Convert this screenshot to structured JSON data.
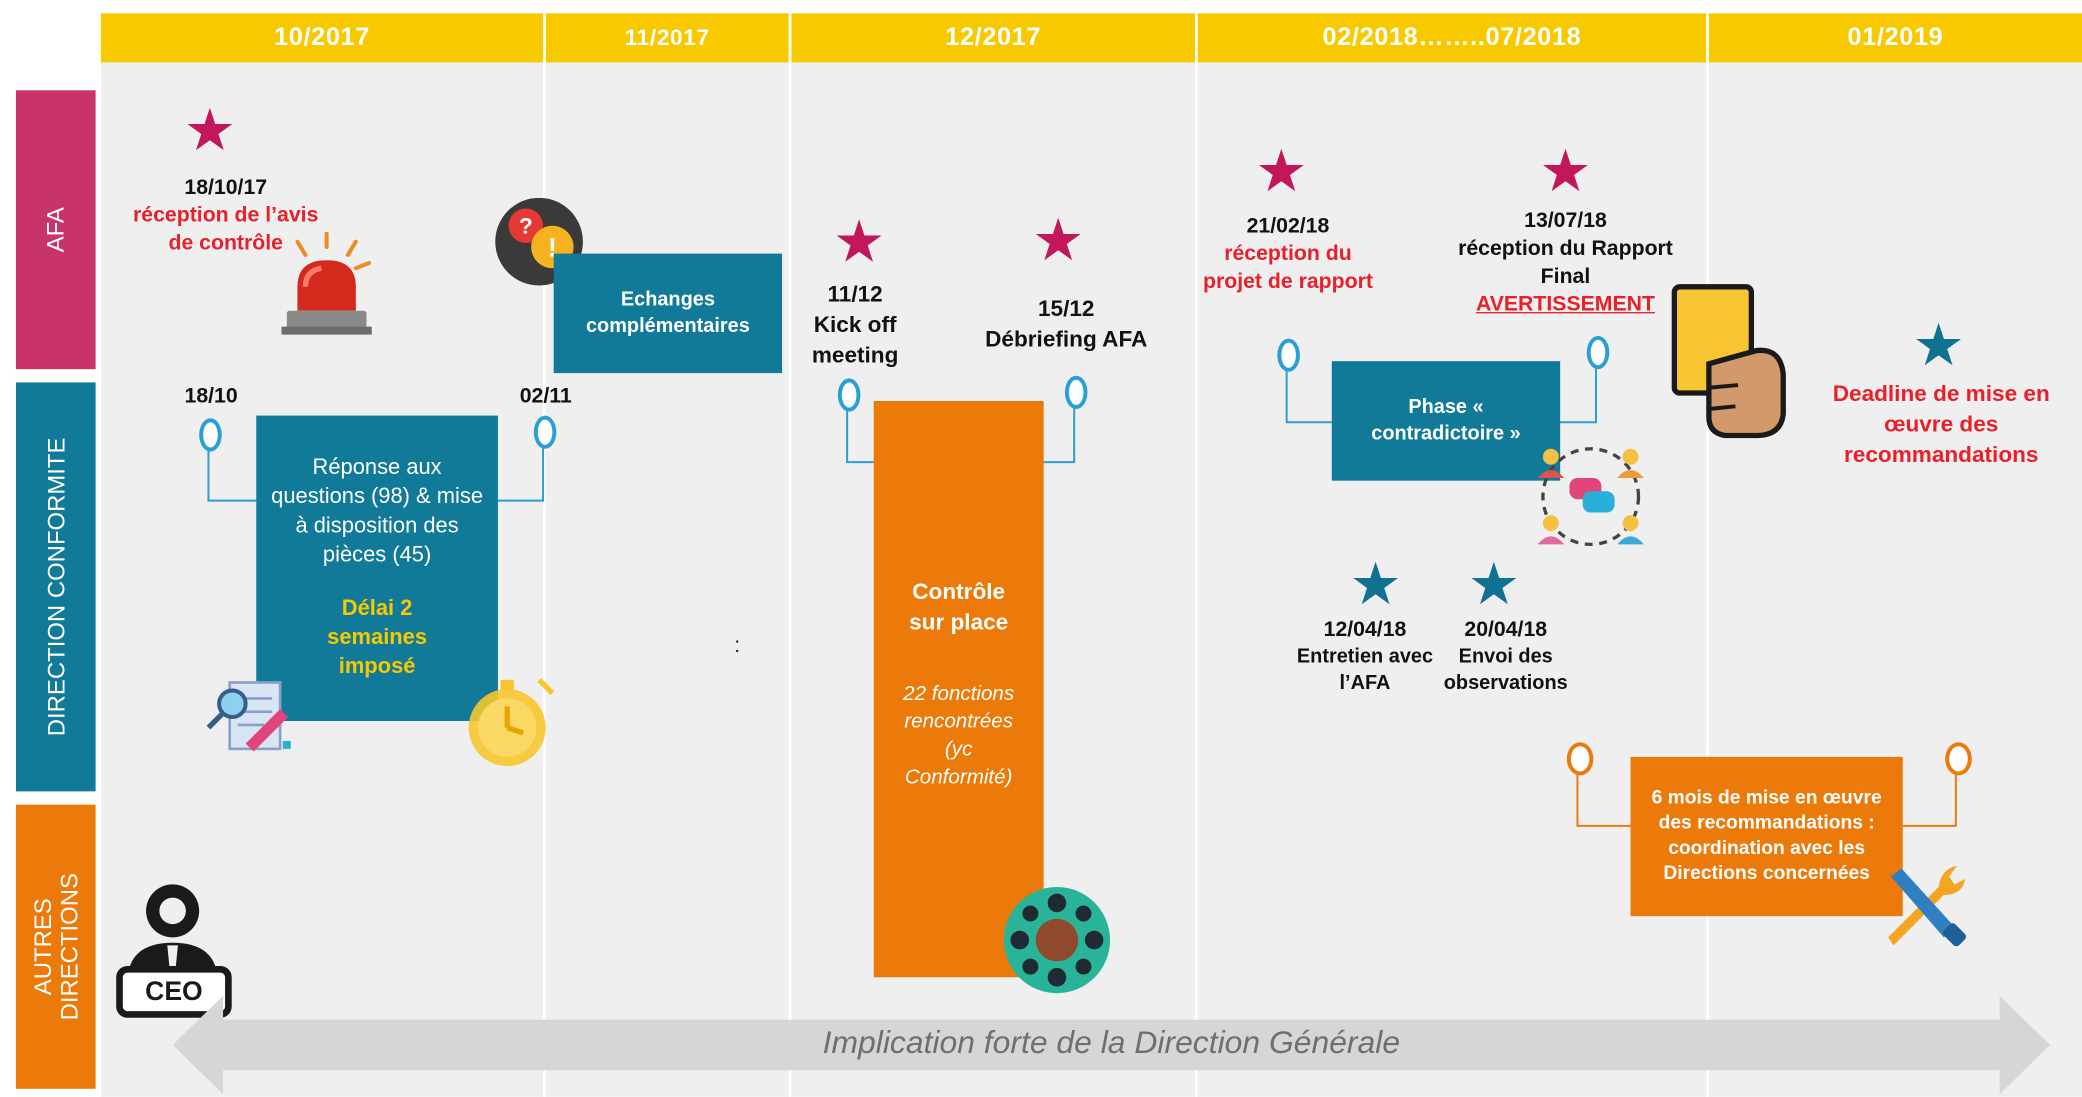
{
  "timeline": {
    "headers": [
      "10/2017",
      "11/2017",
      "12/2017",
      "02/2018……..07/2018",
      "01/2019"
    ]
  },
  "lanes": [
    "AFA",
    "DIRECTION CONFORMITE",
    "AUTRES DIRECTIONS"
  ],
  "events": {
    "e1": {
      "date": "18/10/17",
      "desc": "réception de l’avis de contrôle"
    },
    "e2": {
      "label": "Echanges complémentaires"
    },
    "e3": {
      "date": "11/12",
      "desc": "Kick off meeting"
    },
    "e4": {
      "date": "15/12",
      "desc": "Débriefing AFA"
    },
    "e5": {
      "date": "21/02/18",
      "desc": "réception du projet de rapport"
    },
    "e6": {
      "date": "13/07/18",
      "desc": "réception du Rapport Final",
      "warning": "AVERTISSEMENT"
    },
    "e7": {
      "desc": "Deadline de mise en œuvre des recommandations"
    }
  },
  "conformite": {
    "date_start": "18/10",
    "date_end": "02/11",
    "box_text": "Réponse aux questions (98) & mise à disposition des pièces (45)",
    "delay_text": "Délai 2 semaines imposé",
    "colon": ":",
    "controle_title": "Contrôle sur place",
    "controle_sub": "22 fonctions rencontrées (yc Conformité)",
    "phase": "Phase « contradictoire »",
    "entretien": {
      "date": "12/04/18",
      "desc": "Entretien avec l’AFA"
    },
    "envoi": {
      "date": "20/04/18",
      "desc": "Envoi des observations"
    }
  },
  "autres": {
    "mise_en_oeuvre": "6 mois de mise en œuvre des recommandations : coordination avec les Directions concernées",
    "ceo_label": "CEO",
    "banner": "Implication forte de la Direction Générale"
  },
  "icons": [
    "star-icon",
    "alarm-light-icon",
    "question-bubble-icon",
    "document-inspect-icon",
    "stopwatch-icon",
    "meeting-table-icon",
    "yellow-card-icon",
    "discussion-group-icon",
    "wrench-screwdriver-icon",
    "ceo-person-icon"
  ],
  "colors": {
    "header": "#f9c900",
    "afa": "#c8336b",
    "conformite": "#117a98",
    "autres": "#ec7a0a",
    "star_magenta": "#c2185b",
    "star_blue": "#0f7292",
    "red_text": "#e8202a"
  }
}
